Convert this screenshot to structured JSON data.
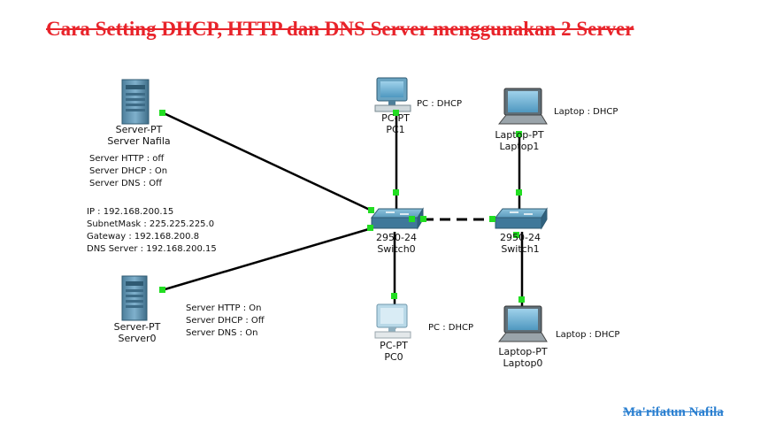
{
  "title": "Cara Setting DHCP, HTTP dan DNS Server menggunakan 2 Server",
  "author": "Ma'rifatun Nafila",
  "colors": {
    "title": "#e8232a",
    "author": "#2a7fd0",
    "link": "#000000",
    "link_light": "#22dd22",
    "device_blue": "#5aa0c4",
    "server_blue": "#5b8fae"
  },
  "devices": {
    "server_nafila": {
      "icon": "server-icon",
      "model": "Server-PT",
      "name": "Server Nafila"
    },
    "server0": {
      "icon": "server-icon",
      "model": "Server-PT",
      "name": "Server0"
    },
    "pc1": {
      "icon": "pc-icon",
      "model": "PC-PT",
      "name": "PC1"
    },
    "pc0": {
      "icon": "pc-icon",
      "model": "PC-PT",
      "name": "PC0"
    },
    "laptop1": {
      "icon": "laptop-icon",
      "model": "Laptop-PT",
      "name": "Laptop1"
    },
    "laptop0": {
      "icon": "laptop-icon",
      "model": "Laptop-PT",
      "name": "Laptop0"
    },
    "switch0": {
      "icon": "switch-icon",
      "model": "2950-24",
      "name": "Switch0"
    },
    "switch1": {
      "icon": "switch-icon",
      "model": "2950-24",
      "name": "Switch1"
    }
  },
  "notes": {
    "server_nafila_services": [
      "Server HTTP : off",
      "Server DHCP : On",
      "Server DNS : Off"
    ],
    "ip_config": [
      "IP : 192.168.200.15",
      "SubnetMask : 225.225.225.0",
      "Gateway : 192.168.200.8",
      "DNS Server : 192.168.200.15"
    ],
    "server0_services": [
      "Server HTTP : On",
      "Server DHCP : Off",
      "Server DNS : On"
    ],
    "pc1": "PC : DHCP",
    "pc0": "PC : DHCP",
    "laptop1": "Laptop : DHCP",
    "laptop0": "Laptop : DHCP"
  }
}
